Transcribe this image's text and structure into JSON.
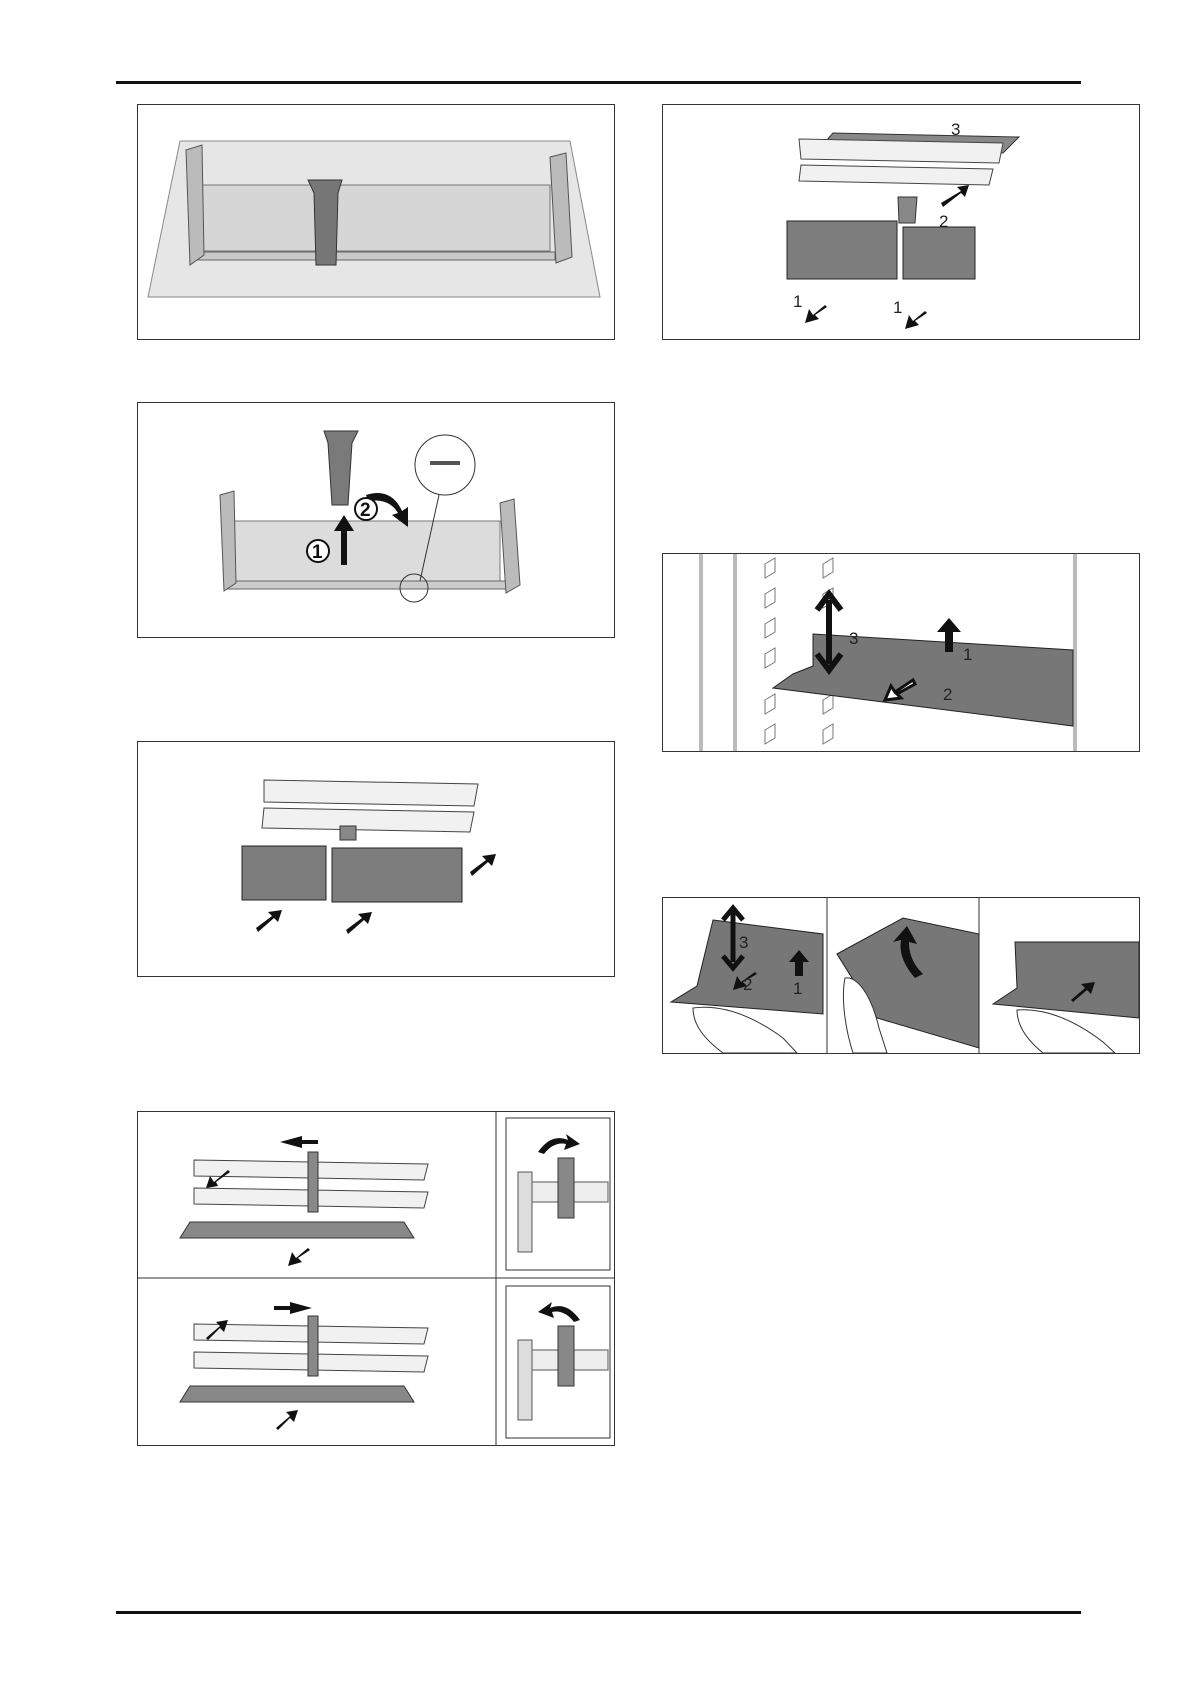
{
  "figures": {
    "fig2": {
      "label_3": "3",
      "label_2": "2",
      "label_1a": "1",
      "label_1b": "1"
    },
    "fig3": {
      "step1": "1",
      "step2": "2"
    },
    "fig5": {
      "label_3": "3",
      "label_1": "1",
      "label_2": "2"
    },
    "fig7": {
      "label_3": "3",
      "label_2": "2",
      "label_1": "1"
    }
  },
  "colors": {
    "rule": "#111111",
    "border": "#333333",
    "part_dark": "#7a7a7a",
    "glass": "#e4e4e4"
  }
}
